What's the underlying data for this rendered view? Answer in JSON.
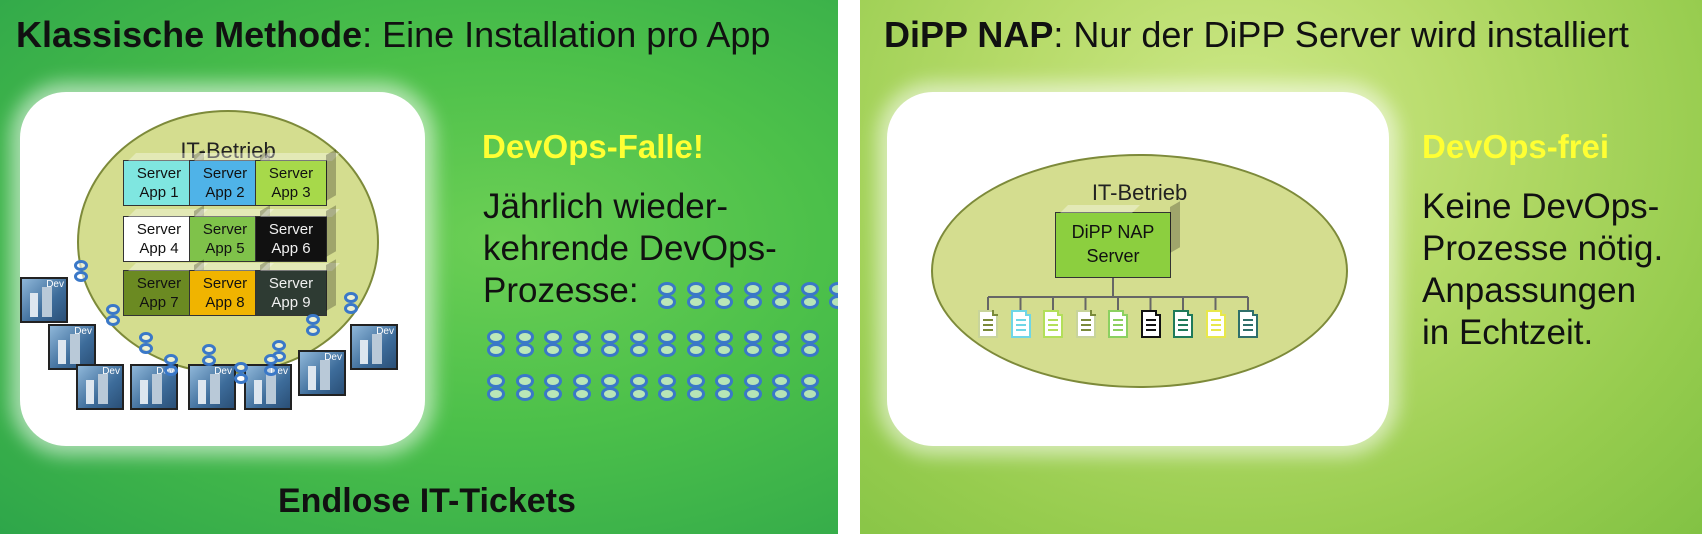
{
  "left": {
    "heading_bold": "Klassische Methode",
    "heading_rest": ": Eine Installation pro App",
    "ellipse_title": "IT-Betrieb",
    "servers": [
      {
        "line1": "Server",
        "line2": "App 1",
        "color": "#7fe6e0"
      },
      {
        "line1": "Server",
        "line2": "App 2",
        "color": "#4fb3e8"
      },
      {
        "line1": "Server",
        "line2": "App 3",
        "color": "#a7d94a"
      },
      {
        "line1": "Server",
        "line2": "App 4",
        "color": "#ffffff"
      },
      {
        "line1": "Server",
        "line2": "App 5",
        "color": "#7fc24a"
      },
      {
        "line1": "Server",
        "line2": "App 6",
        "color": "#111111"
      },
      {
        "line1": "Server",
        "line2": "App 7",
        "color": "#6b8a22"
      },
      {
        "line1": "Server",
        "line2": "App 8",
        "color": "#f0b400"
      },
      {
        "line1": "Server",
        "line2": "App 9",
        "color": "#2e3b33"
      }
    ],
    "dev_label": "Dev",
    "yellow_label": "DevOps-Falle!",
    "body_lines": [
      "Jährlich wieder-",
      "kehrende DevOps-",
      "Prozesse:"
    ],
    "bottom_label": "Endlose IT-Tickets"
  },
  "right": {
    "heading_bold": "DiPP NAP",
    "heading_rest": ": Nur der DiPP Server wird installiert",
    "ellipse_title": "IT-Betrieb",
    "server_line1": "DiPP NAP",
    "server_line2": "Server",
    "server_color": "#8ccf3f",
    "doc_colors": [
      "#e6ecc8",
      "#6fd6e6",
      "#b3df5a",
      "#ffffff",
      "#8bd060",
      "#111111",
      "#1f7a5a",
      "#e8e84a",
      "#2f6f6a"
    ],
    "yellow_label": "DevOps-frei",
    "body_lines": [
      "Keine DevOps-",
      "Prozesse nötig.",
      "Anpassungen",
      "in Echtzeit."
    ]
  },
  "colors": {
    "left_bg": "#4cc04a",
    "right_bg": "#b7db6a",
    "highlight": "#ffff33",
    "ellipse_fill": "#d4dd8f",
    "loop_icon": "#3a78c8"
  },
  "icons": {
    "devops_loop": "infinity-loop-icon",
    "dev_environment": "dev-building-icon",
    "document": "document-icon"
  }
}
